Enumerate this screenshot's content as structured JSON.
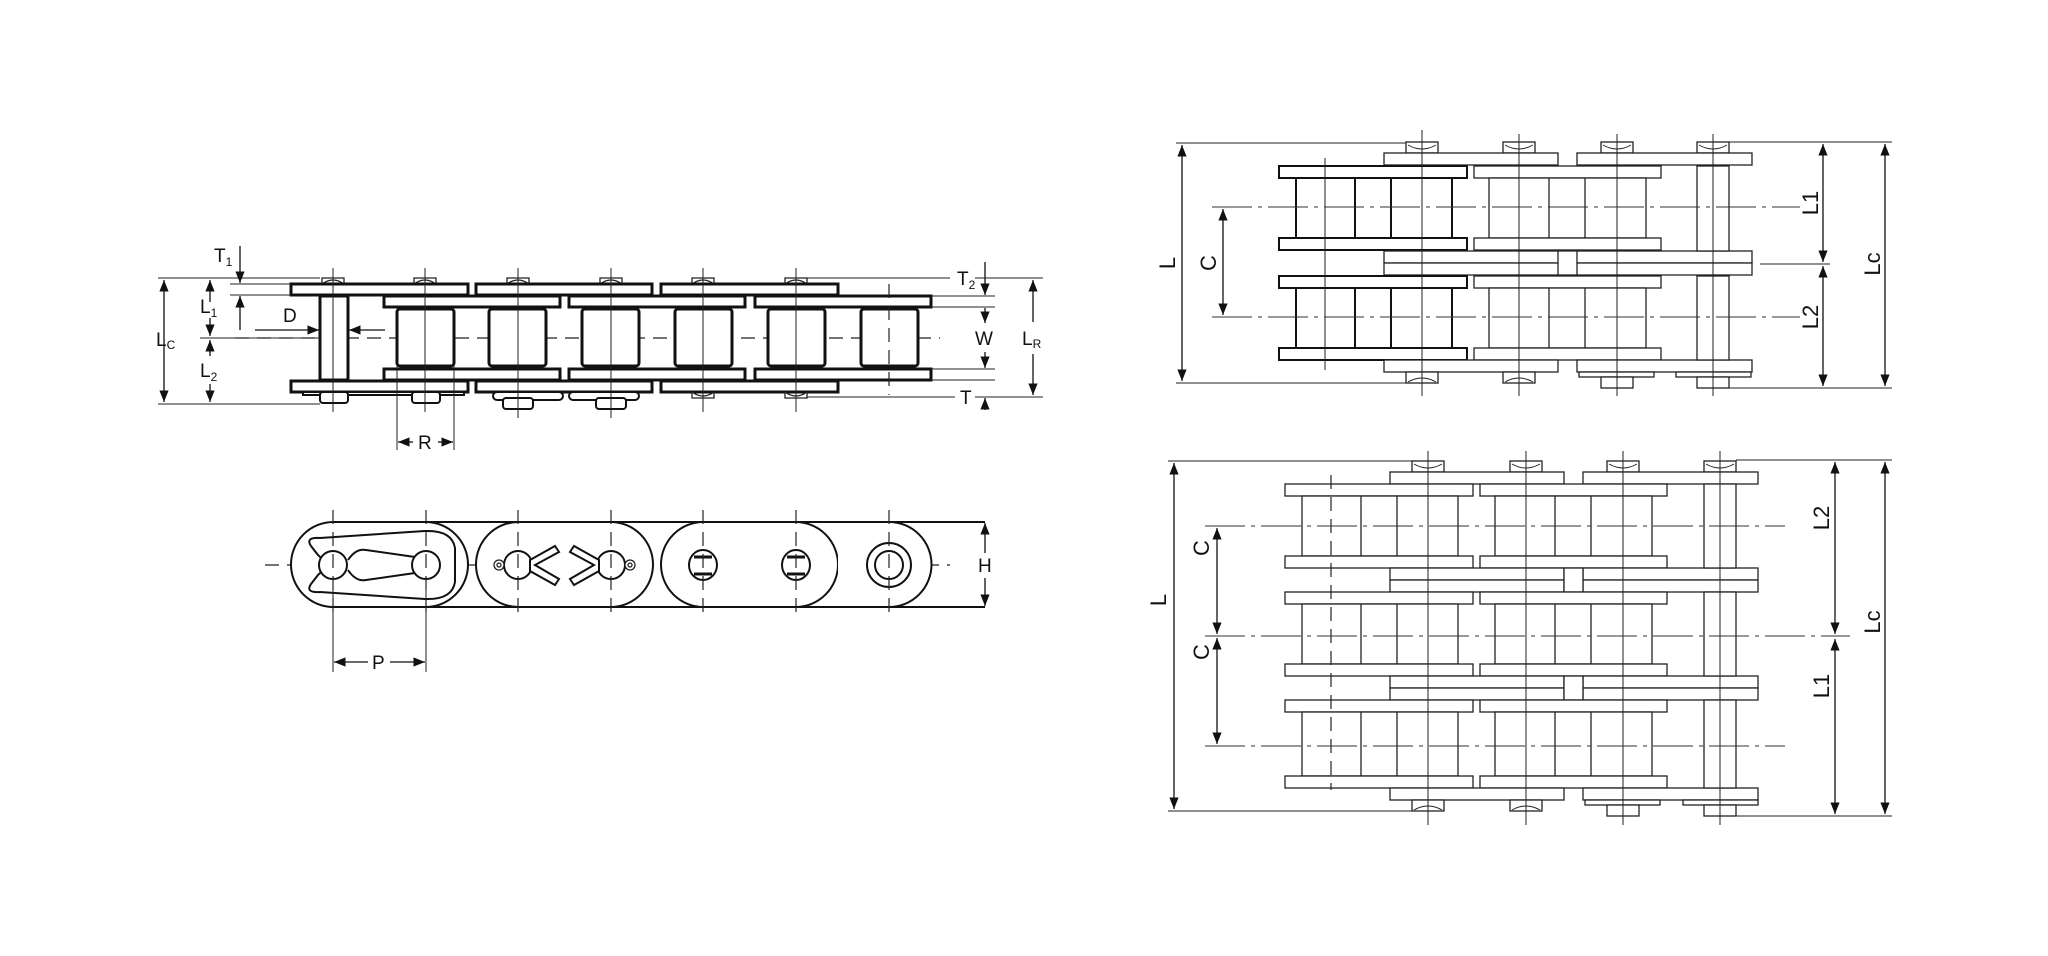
{
  "side_view": {
    "labels": {
      "T1": "T",
      "T1_sub": "1",
      "L1": "L",
      "L1_sub": "1",
      "L2": "L",
      "L2_sub": "2",
      "Lc": "L",
      "Lc_sub": "C",
      "D": "D",
      "R": "R",
      "T2": "T",
      "T2_sub": "2",
      "W": "W",
      "LR": "L",
      "LR_sub": "R",
      "T": "T"
    }
  },
  "plate_view": {
    "labels": {
      "P": "P",
      "H": "H"
    }
  },
  "double_strand_view": {
    "labels": {
      "L": "L",
      "C": "C",
      "L1": "L1",
      "L2": "L2",
      "Lc": "Lc"
    }
  },
  "triple_strand_view": {
    "labels": {
      "L": "L",
      "C_upper": "C",
      "C_lower": "C",
      "L1": "L1",
      "L2": "L2",
      "Lc": "Lc"
    }
  },
  "colors": {
    "line": "#111111",
    "background": "#ffffff"
  }
}
